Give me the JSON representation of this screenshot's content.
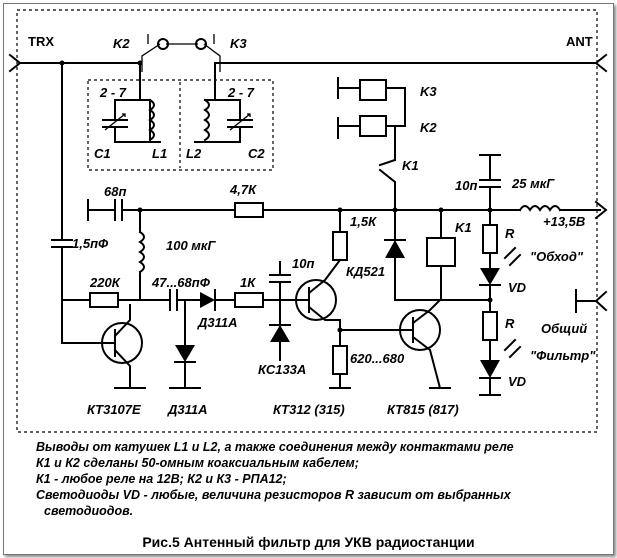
{
  "labels": {
    "trx": "TRX",
    "ant": "ANT",
    "k2_top": "K2",
    "k3_top": "K3",
    "c1_range": "2 - 7",
    "c2_range": "2 - 7",
    "c1": "C1",
    "l1": "L1",
    "l2": "L2",
    "c2": "C2",
    "relay_k3": "K3",
    "relay_k2": "K2",
    "k1_contact": "K1",
    "k1_coil": "K1",
    "c_68": "68п",
    "r_47k": "4,7К",
    "c_15": "1,5пФ",
    "l_100": "100 мкГ",
    "r_220k": "220К",
    "c_47_68": "47...68пФ",
    "d311a_1": "Д311А",
    "r_1k": "1К",
    "c_10n_1": "10п",
    "r_15k": "1,5К",
    "kd521": "КД521",
    "c_10n_2": "10п",
    "l_25": "25 мкГ",
    "supply": "+13,5В",
    "r1": "R",
    "r2": "R",
    "bypass": "\"Обход\"",
    "vd1": "VD",
    "common": "Общий",
    "filter": "\"Фильтр\"",
    "vd2": "VD",
    "kc133a": "КС133А",
    "r_620": "620...680",
    "kt3107e": "КТ3107Е",
    "d311a_2": "Д311А",
    "kt312": "КТ312 (315)",
    "kt815": "КТ815 (817)"
  },
  "notes": [
    "Выводы от катушек L1 и L2, а также соединения между контактами реле",
    "К1 и К2 сделаны 50-омным коаксиальным кабелем;",
    "К1 - любое реле на 12В; К2 и К3 - РПА12;",
    "Светодиоды VD - любые, величина резисторов R зависит от выбранных",
    "светодиодов."
  ],
  "caption": "Рис.5 Антенный фильтр для УКВ радиостанции"
}
